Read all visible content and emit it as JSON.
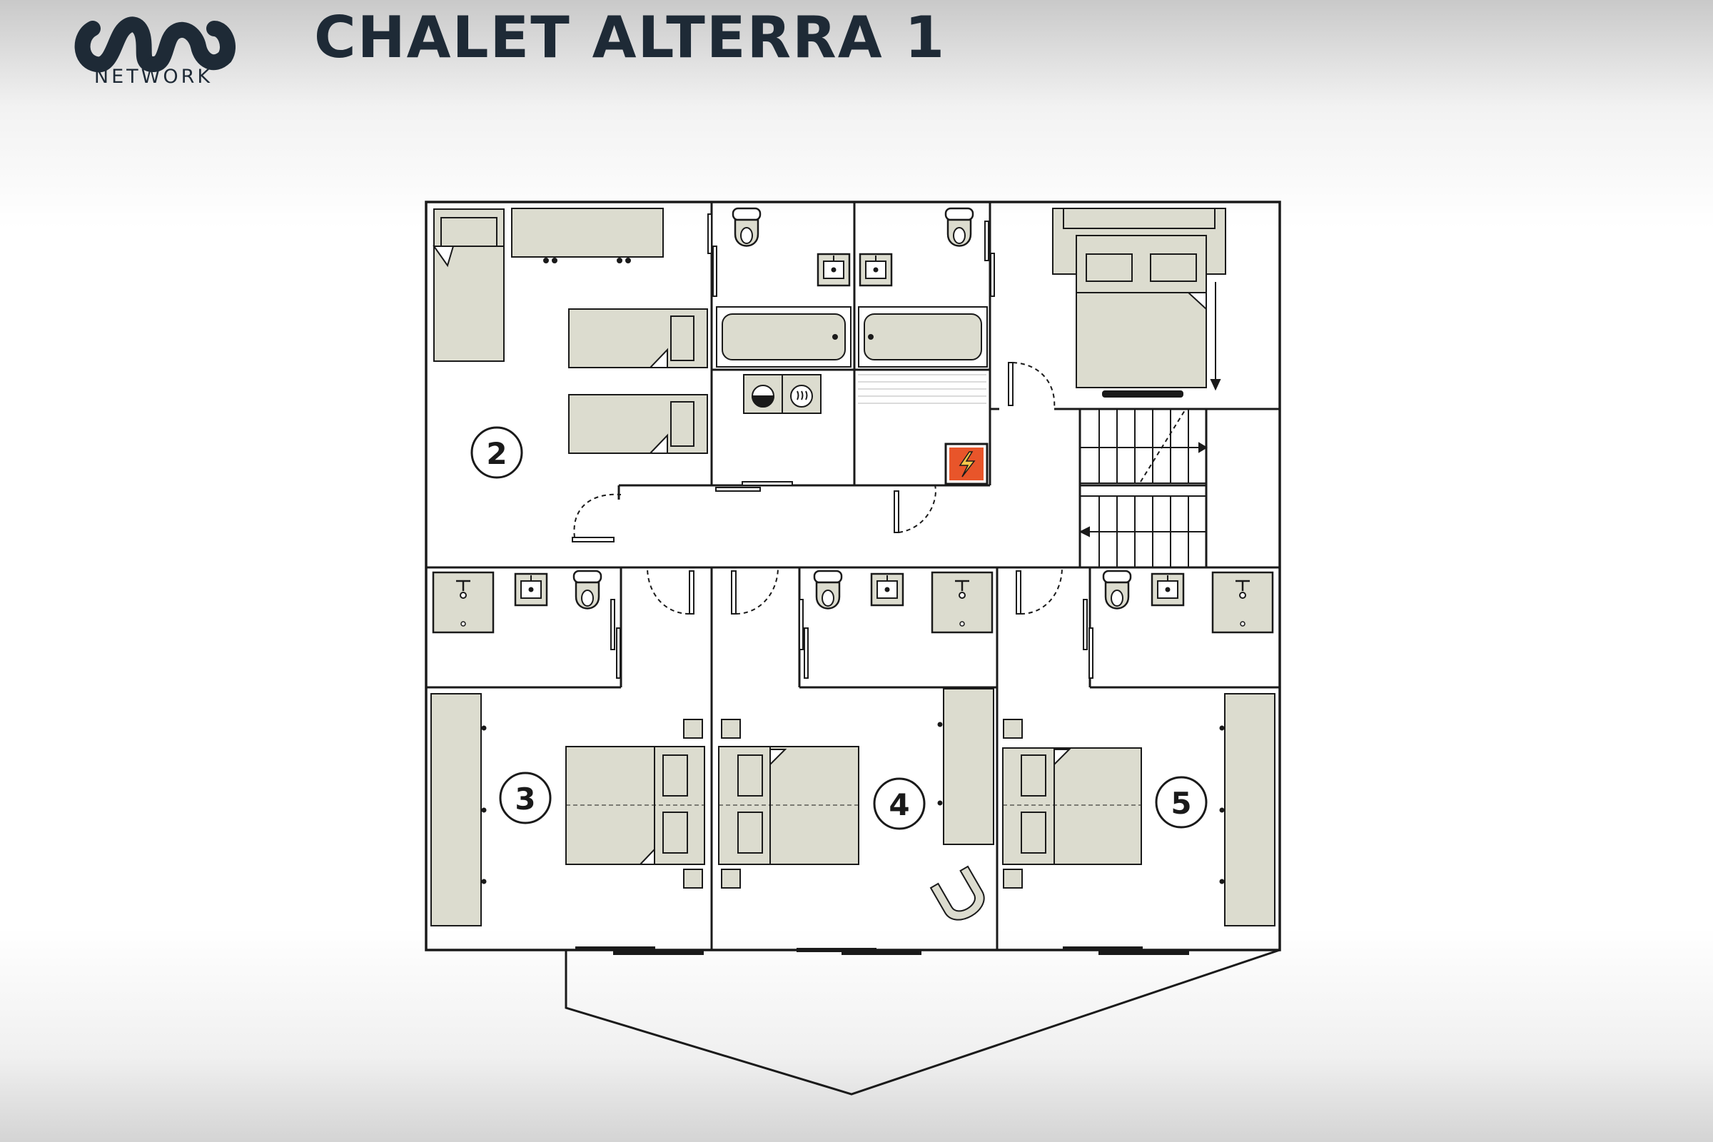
{
  "header": {
    "title": "CHALET ALTERRA 1",
    "logo_text": "NETWORK"
  },
  "rooms": {
    "room_2": "2",
    "room_3": "3",
    "room_4": "4",
    "room_5": "5"
  },
  "colors": {
    "furniture": "#dcdccf",
    "wall": "#1a1a1a",
    "brand": "#1e2a36",
    "electric": "#e8552a"
  },
  "icons": [
    "logo-mark",
    "electrical-panel-icon",
    "washing-machine-icon",
    "dryer-icon",
    "toilet-icon",
    "sink-icon",
    "shower-icon",
    "bathtub-icon",
    "bed-icon",
    "stairs-icon",
    "wardrobe-icon",
    "armchair-icon"
  ]
}
